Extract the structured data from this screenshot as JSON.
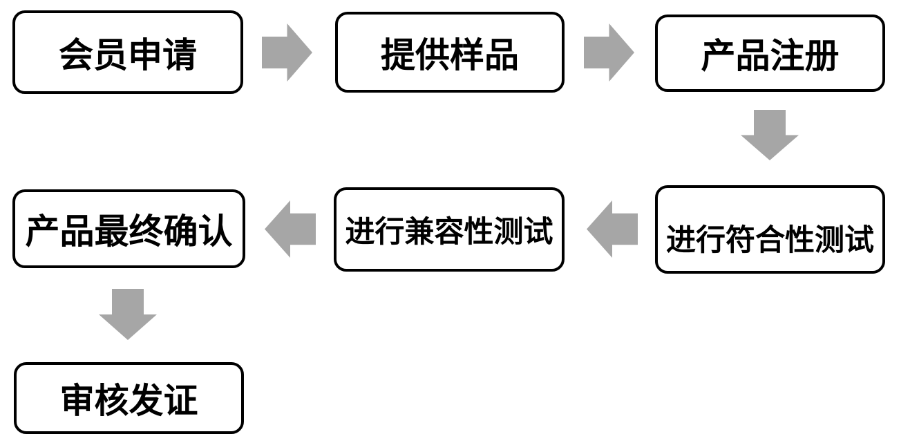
{
  "diagram": {
    "type": "flowchart",
    "nodes": [
      {
        "id": "member-application",
        "label": "会员申请"
      },
      {
        "id": "provide-samples",
        "label": "提供样品"
      },
      {
        "id": "product-registration",
        "label": "产品注册"
      },
      {
        "id": "conformance-test",
        "label": "进行符合性测试"
      },
      {
        "id": "compatibility-test",
        "label": "进行兼容性测试"
      },
      {
        "id": "final-confirmation",
        "label": "产品最终确认"
      },
      {
        "id": "certification",
        "label": "审核发证"
      }
    ],
    "edges": [
      {
        "from": "会员申请",
        "to": "提供样品",
        "direction": "right"
      },
      {
        "from": "提供样品",
        "to": "产品注册",
        "direction": "right"
      },
      {
        "from": "产品注册",
        "to": "进行符合性测试",
        "direction": "down"
      },
      {
        "from": "进行符合性测试",
        "to": "进行兼容性测试",
        "direction": "left"
      },
      {
        "from": "进行兼容性测试",
        "to": "产品最终确认",
        "direction": "left"
      },
      {
        "from": "产品最终确认",
        "to": "审核发证",
        "direction": "down"
      }
    ],
    "colors": {
      "arrow": "#a6a6a6",
      "border": "#000000",
      "text": "#000000",
      "background": "#ffffff"
    }
  }
}
